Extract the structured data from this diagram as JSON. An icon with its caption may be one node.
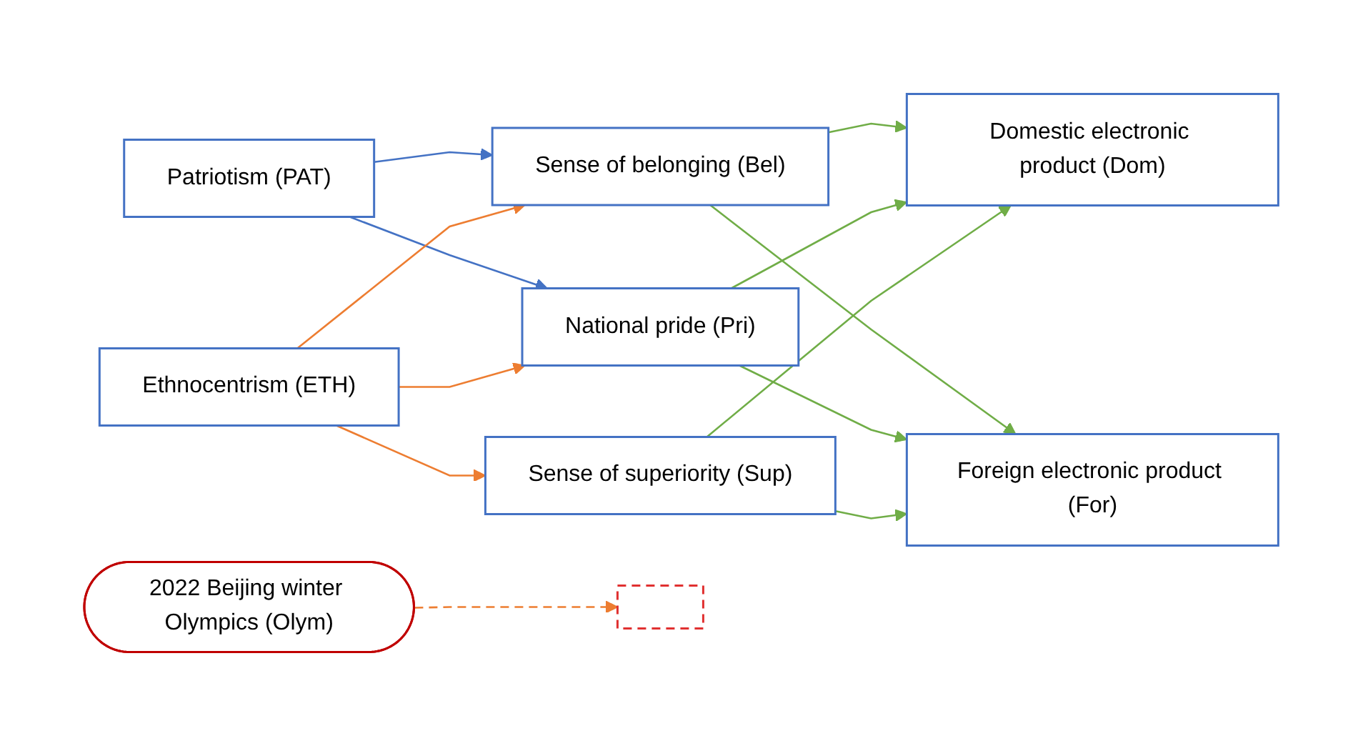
{
  "diagram": {
    "nodes": [
      {
        "text": [
          "2022 Beijing winter Olympics (Olym)"
        ]
      },
      {
        "text": [
          "Patriotism (PAT)"
        ]
      },
      {
        "text": [
          "Ethnocentrism (ETH)"
        ]
      },
      {
        "text": [
          "Sense of belonging (Bel)"
        ]
      },
      {
        "text": [
          "National pride (Pri)"
        ]
      },
      {
        "text": [
          "Sense of superiority (Sup)"
        ]
      },
      {
        "text": [
          "Domestic electronic product (Dom)"
        ]
      },
      {
        "text": [
          "Foreign electronic product (For)"
        ]
      },
      {
        "text": [],
        "shape": "box"
      }
    ],
    "edges": [
      {
        "from": 1,
        "to": 3,
        "arrow": "to",
        "color": "#4472c4"
      },
      {
        "from": 1,
        "to": 4,
        "arrow": "to",
        "color": "#4472c4"
      },
      {
        "from": 2,
        "to": 3,
        "arrow": "to",
        "color": "#ed7d31"
      },
      {
        "from": 2,
        "to": 4,
        "arrow": "to",
        "color": "#ed7d31"
      },
      {
        "from": 2,
        "to": 5,
        "arrow": "to",
        "color": "#ed7d31"
      },
      {
        "from": 3,
        "to": 6,
        "arrow": "to"
      },
      {
        "from": 3,
        "to": 7,
        "arrow": "to"
      },
      {
        "from": 4,
        "to": 6,
        "arrow": "to"
      },
      {
        "from": 4,
        "to": 7,
        "arrow": "to"
      },
      {
        "from": 5,
        "to": 6,
        "arrow": "to"
      },
      {
        "from": 5,
        "to": 7,
        "arrow": "to"
      },
      {
        "from": 0,
        "to": 8,
        "arrow": "to",
        "style": "dashed",
        "color": "#ed7d31"
      }
    ]
  }
}
